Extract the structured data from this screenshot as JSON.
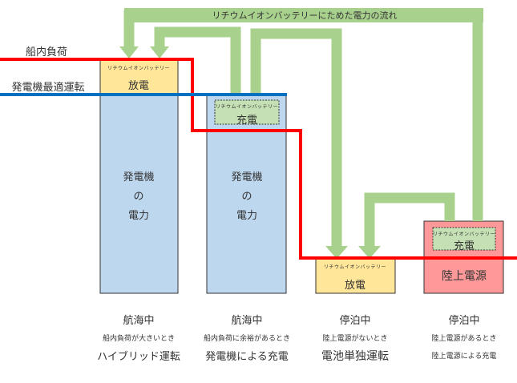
{
  "flow_label": "リチウムイオンバッテリーにためた電力の流れ",
  "lines": {
    "load": {
      "label": "船内負荷",
      "color": "#ff0000"
    },
    "optimal": {
      "label": "発電機最適運転",
      "color": "#0070c0"
    }
  },
  "colors": {
    "flow": "#a9d18e",
    "generator": "#bdd7ee",
    "discharge": "#ffe699",
    "charge": "#c5e0b4",
    "shore": "#ff9999"
  },
  "battery_label": "リチウムイオンバッテリー",
  "discharge_label": "放電",
  "charge_label": "充電",
  "generator_label": [
    "発電機",
    "の",
    "電力"
  ],
  "shore_label": "陸上電源",
  "scenarios": [
    {
      "state": "航海中",
      "condition": "船内負荷が大きいとき",
      "mode": "ハイブリッド運転"
    },
    {
      "state": "航海中",
      "condition": "船内負荷に余裕があるとき",
      "mode": "発電機による充電"
    },
    {
      "state": "停泊中",
      "condition": "陸上電源がないとき",
      "mode": "電池単独運転"
    },
    {
      "state": "停泊中",
      "condition": "陸上電源があるとき",
      "mode": "陸上電源による充電"
    }
  ]
}
